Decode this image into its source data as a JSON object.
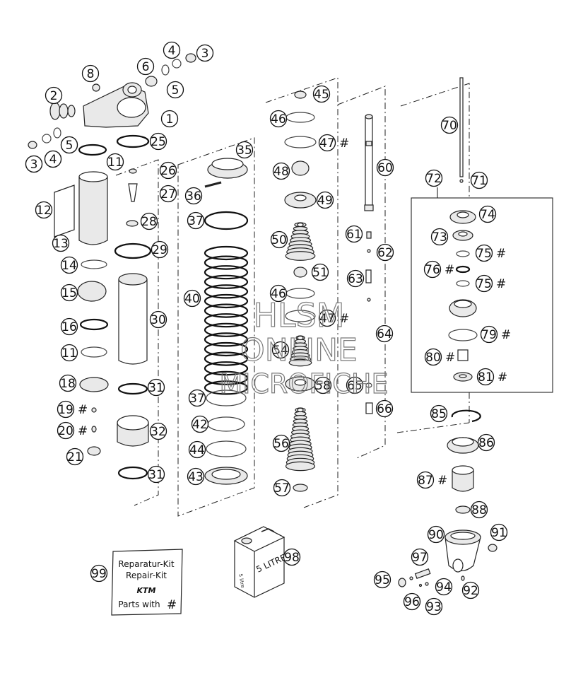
{
  "callouts": [
    {
      "n": "1"
    },
    {
      "n": "2"
    },
    {
      "n": "3"
    },
    {
      "n": "4"
    },
    {
      "n": "5"
    },
    {
      "n": "6"
    },
    {
      "n": "4"
    },
    {
      "n": "3"
    },
    {
      "n": "5"
    },
    {
      "n": "8"
    },
    {
      "n": "3"
    },
    {
      "n": "4"
    },
    {
      "n": "5"
    },
    {
      "n": "11"
    },
    {
      "n": "25"
    },
    {
      "n": "26"
    },
    {
      "n": "12"
    },
    {
      "n": "27"
    },
    {
      "n": "28"
    },
    {
      "n": "13"
    },
    {
      "n": "29"
    },
    {
      "n": "14"
    },
    {
      "n": "15"
    },
    {
      "n": "30"
    },
    {
      "n": "16"
    },
    {
      "n": "11"
    },
    {
      "n": "18"
    },
    {
      "n": "31"
    },
    {
      "n": "19",
      "hash": "#"
    },
    {
      "n": "20",
      "hash": "#"
    },
    {
      "n": "32"
    },
    {
      "n": "21"
    },
    {
      "n": "31"
    },
    {
      "n": "35"
    },
    {
      "n": "36"
    },
    {
      "n": "37"
    },
    {
      "n": "40"
    },
    {
      "n": "37"
    },
    {
      "n": "42"
    },
    {
      "n": "44"
    },
    {
      "n": "43"
    },
    {
      "n": "45"
    },
    {
      "n": "46"
    },
    {
      "n": "47",
      "hash": "#"
    },
    {
      "n": "48"
    },
    {
      "n": "49"
    },
    {
      "n": "50"
    },
    {
      "n": "51"
    },
    {
      "n": "46"
    },
    {
      "n": "47",
      "hash": "#"
    },
    {
      "n": "54"
    },
    {
      "n": "58"
    },
    {
      "n": "56"
    },
    {
      "n": "57"
    },
    {
      "n": "60"
    },
    {
      "n": "61"
    },
    {
      "n": "62"
    },
    {
      "n": "63"
    },
    {
      "n": "64"
    },
    {
      "n": "65"
    },
    {
      "n": "66"
    },
    {
      "n": "70"
    },
    {
      "n": "71"
    },
    {
      "n": "72"
    },
    {
      "n": "74"
    },
    {
      "n": "73"
    },
    {
      "n": "75",
      "hash": "#"
    },
    {
      "n": "76",
      "hash": "#"
    },
    {
      "n": "75",
      "hash": "#"
    },
    {
      "n": "79",
      "hash": "#"
    },
    {
      "n": "80",
      "hash": "#"
    },
    {
      "n": "81",
      "hash": "#"
    },
    {
      "n": "85"
    },
    {
      "n": "86"
    },
    {
      "n": "87",
      "hash": "#"
    },
    {
      "n": "88"
    },
    {
      "n": "90"
    },
    {
      "n": "91"
    },
    {
      "n": "97"
    },
    {
      "n": "95"
    },
    {
      "n": "94"
    },
    {
      "n": "92"
    },
    {
      "n": "96"
    },
    {
      "n": "93"
    },
    {
      "n": "98"
    },
    {
      "n": "99"
    }
  ],
  "repair_kit": {
    "line1": "Reparatur-Kit",
    "line2": "Repair-Kit",
    "brand": "KTM",
    "line4": "Parts with",
    "hash": "#"
  },
  "oil_can": {
    "label": "5 LITRE",
    "side_label": "5 litre"
  },
  "watermark": {
    "line1": "HLSM",
    "line2": "ONLINE",
    "line3": "MICROFICHE"
  }
}
